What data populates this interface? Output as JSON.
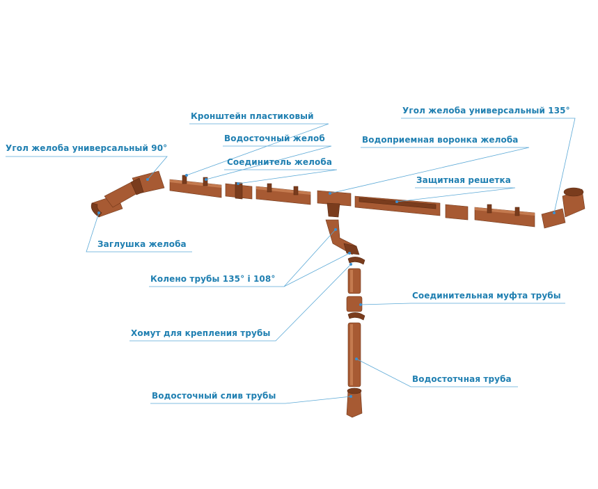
{
  "labels": {
    "corner90": "Угол желоба универсальный 90°",
    "bracket": "Кронштейн пластиковый",
    "gutter": "Водосточный желоб",
    "connector": "Соединитель желоба",
    "funnel": "Водоприемная воронка желоба",
    "corner135": "Угол желоба универсальный 135°",
    "grid": "Защитная решетка",
    "endcap": "Заглушка желоба",
    "elbow": "Колено трубы 135° і 108°",
    "coupling": "Соединительная муфта трубы",
    "clamp": "Хомут для крепления трубы",
    "pipe": "Водостотчная труба",
    "outlet": "Водосточный слив трубы"
  },
  "colors": {
    "label": "#1f7fb1",
    "leader": "#5aa8d6",
    "part": "#a75a33",
    "part_dark": "#7a3c1d",
    "part_highlight": "#c47a4f"
  }
}
